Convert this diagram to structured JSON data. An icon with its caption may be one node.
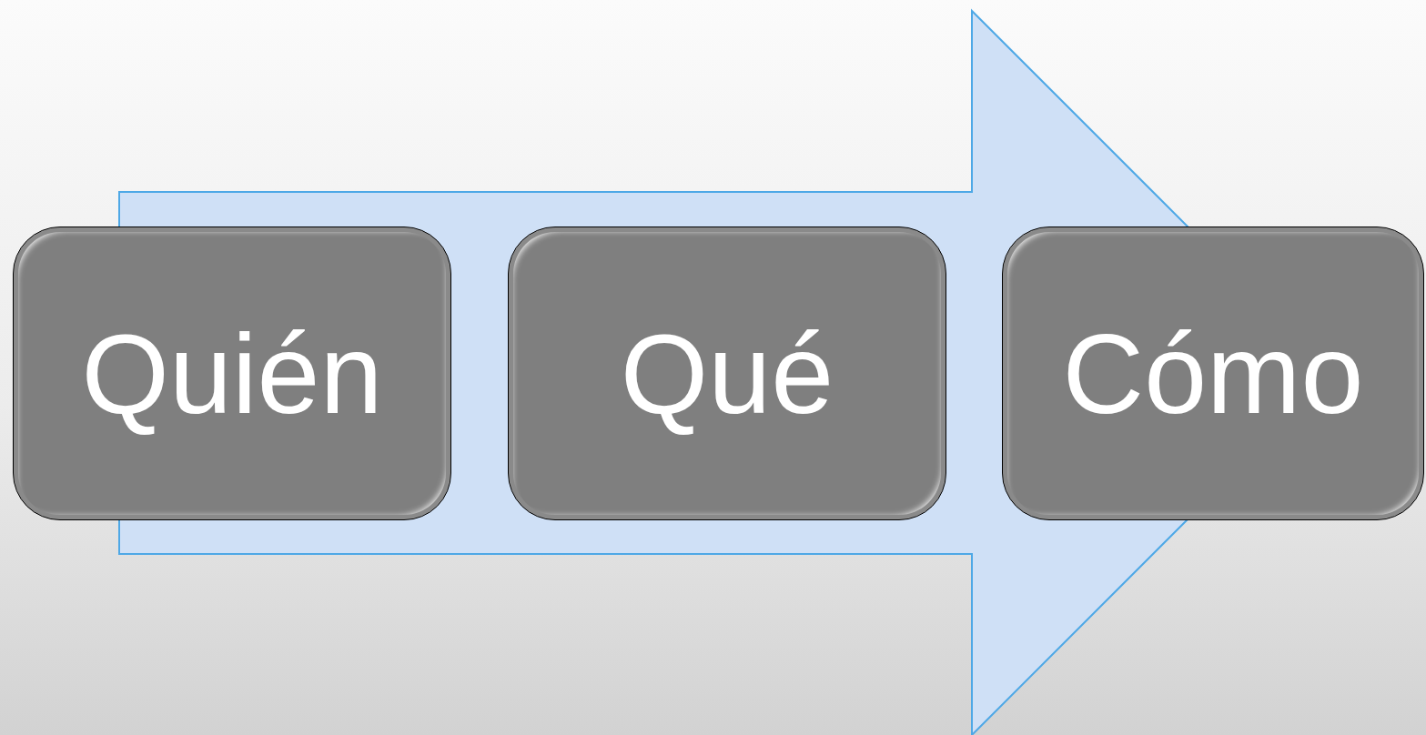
{
  "diagram": {
    "nodes": [
      {
        "text": [
          "Quién"
        ]
      },
      {
        "text": [
          "Qué"
        ]
      },
      {
        "text": [
          "Cómo"
        ]
      }
    ],
    "edges": [
      {
        "from": 0,
        "to": 2,
        "arrow": "to"
      }
    ]
  }
}
